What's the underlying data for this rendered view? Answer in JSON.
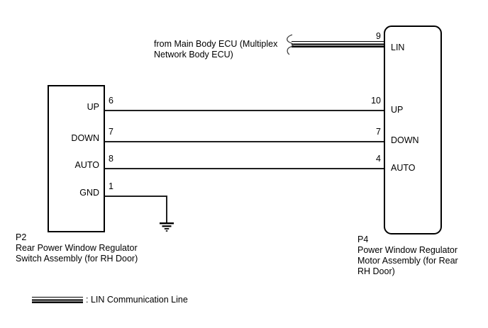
{
  "diagram": {
    "ecu_note": {
      "line1": "from Main Body ECU (Multiplex",
      "line2": "Network Body ECU)"
    },
    "left_connector": {
      "id": "P2",
      "caption_line1": "Rear Power Window Regulator",
      "caption_line2": "Switch Assembly (for RH Door)",
      "pins": [
        {
          "name": "UP",
          "number": "6"
        },
        {
          "name": "DOWN",
          "number": "7"
        },
        {
          "name": "AUTO",
          "number": "8"
        },
        {
          "name": "GND",
          "number": "1"
        }
      ]
    },
    "right_connector": {
      "id": "P4",
      "caption_line1": "Power Window Regulator",
      "caption_line2": "Motor Assembly (for Rear",
      "caption_line3": "RH Door)",
      "pins": [
        {
          "name": "LIN",
          "number": "9"
        },
        {
          "name": "UP",
          "number": "10"
        },
        {
          "name": "DOWN",
          "number": "7"
        },
        {
          "name": "AUTO",
          "number": "4"
        }
      ]
    },
    "legend": {
      "lin_label": ": LIN Communication Line"
    },
    "colors": {
      "line": "#1f1f1f",
      "box_border": "#000000",
      "background": "#ffffff"
    }
  }
}
